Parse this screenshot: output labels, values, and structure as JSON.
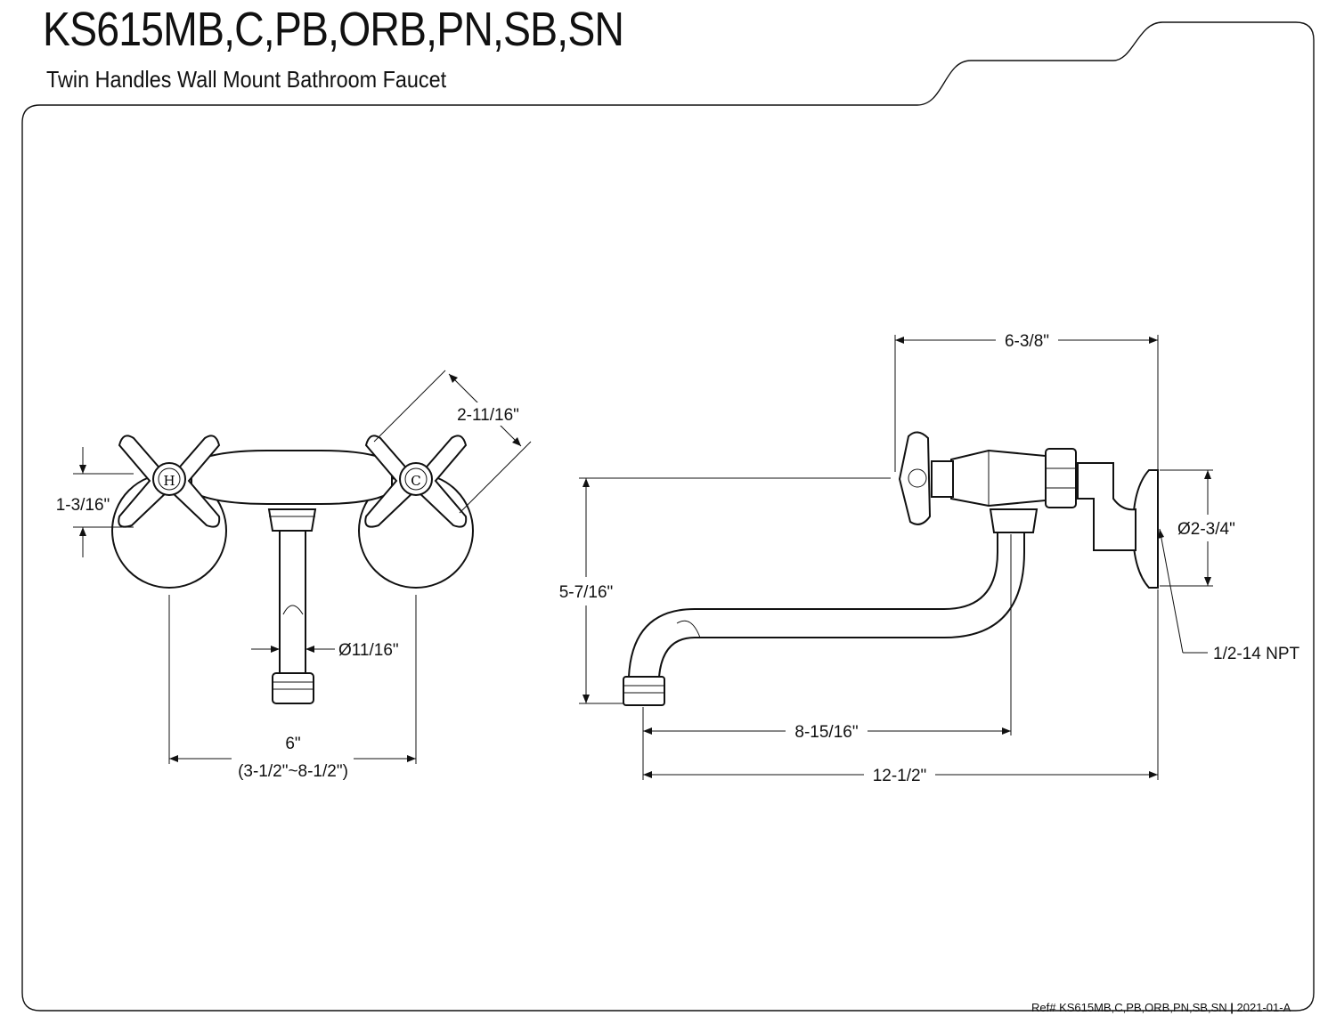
{
  "header": {
    "title": "KS615MB,C,PB,ORB,PN,SB,SN",
    "subtitle": "Twin Handles Wall Mount Bathroom Faucet"
  },
  "front_view": {
    "hot_label": "H",
    "cold_label": "C",
    "dim_handle_diag": "2-11/16\"",
    "dim_handle_height": "1-3/16\"",
    "dim_spout_dia": "Ø11/16\"",
    "dim_center": "6\"",
    "dim_center_range": "(3-1/2\"~8-1/2\")"
  },
  "side_view": {
    "dim_top": "6-3/8\"",
    "dim_height": "5-7/16\"",
    "dim_flange": "Ø2-3/4\"",
    "dim_thread": "1/2-14 NPT",
    "dim_reach_spout": "8-15/16\"",
    "dim_reach_total": "12-1/2\""
  },
  "footer": {
    "ref": "Ref# KS615MB,C,PB,ORB,PN,SB,SN",
    "separator": "|",
    "revision": "2021-01-A"
  }
}
